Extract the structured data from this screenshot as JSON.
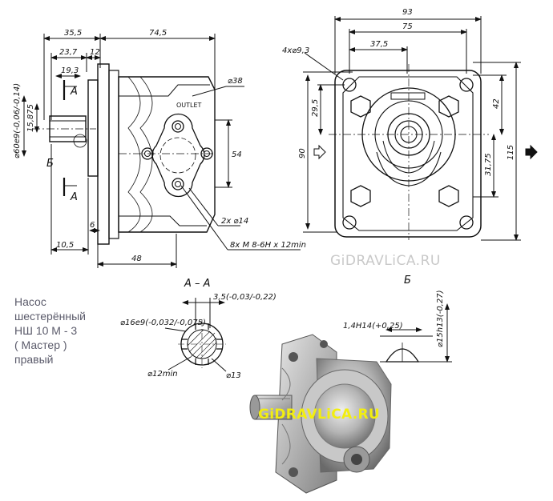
{
  "caption": {
    "lines": [
      "Насос",
      "шестерённый",
      "НШ 10 М - 3",
      "( Мастер )",
      "правый"
    ]
  },
  "watermark": {
    "top": "GiDRAVLiCA.RU",
    "photo": "GiDRAVLiCA.RU"
  },
  "side_view": {
    "dims": {
      "d35_5": "35,5",
      "d74_5": "74,5",
      "d23_7": "23,7",
      "d12": "12",
      "d19_3": "19,3",
      "d15_875": "15,875",
      "shaft_dia": "⌀60e9(-0,06/-0,14)",
      "d38": "⌀38",
      "d54": "54",
      "d2x14": "2x ⌀14",
      "thread": "8x M 8-6H x 12min",
      "d6": "6",
      "d10_5": "10,5",
      "d48": "48"
    },
    "labels": {
      "a_top": "A",
      "a_bot": "A",
      "b": "Б",
      "outlet": "OUTLET"
    }
  },
  "front_view": {
    "dims": {
      "d93": "93",
      "d75": "75",
      "d37_5": "37,5",
      "holes": "4x⌀9,3",
      "d29_5": "29,5",
      "d90": "90",
      "d42": "42",
      "d31_75": "31,75",
      "d115": "115"
    },
    "label": "Б"
  },
  "section_aa": {
    "title": "А – А",
    "dims": {
      "width": "3,5(-0,03/-0,22)",
      "outer": "⌀16e9(-0,032/-0,075)",
      "inner": "⌀12min",
      "d13": "⌀13"
    }
  },
  "detail_b": {
    "dims": {
      "h": "1,4H14(+0,25)",
      "dia": "⌀15h13(-0,27)"
    }
  },
  "photo": {
    "icon": "gear-pump-photo"
  }
}
